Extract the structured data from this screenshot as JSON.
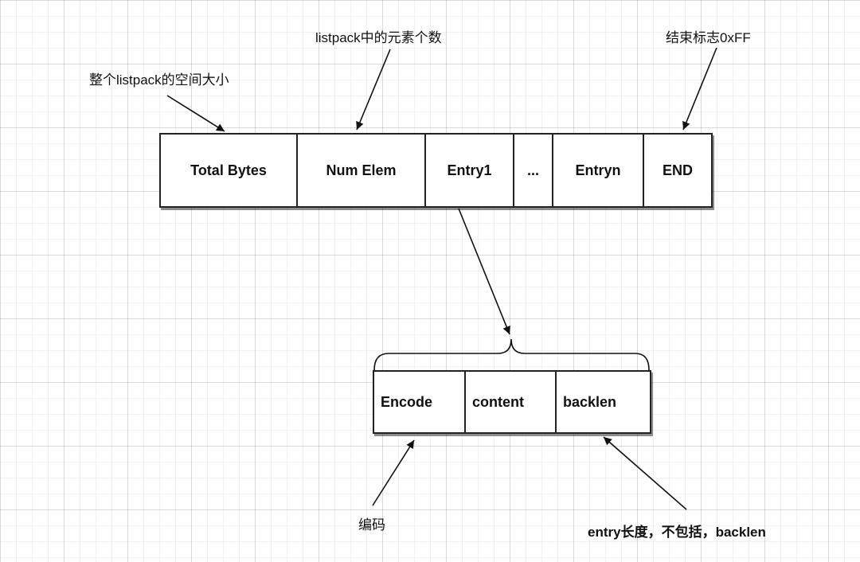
{
  "top_row": {
    "total_bytes": "Total Bytes",
    "num_elem": "Num Elem",
    "entry1": "Entry1",
    "ellipsis": "...",
    "entryn": "Entryn",
    "end": "END"
  },
  "entry_row": {
    "encode": "Encode",
    "content": "content",
    "backlen": "backlen"
  },
  "annotations": {
    "total_size": "整个listpack的空间大小",
    "num_elements": "listpack中的元素个数",
    "end_flag": "结束标志0xFF",
    "encoding": "编码",
    "entry_length": "entry长度，不包括，backlen"
  }
}
